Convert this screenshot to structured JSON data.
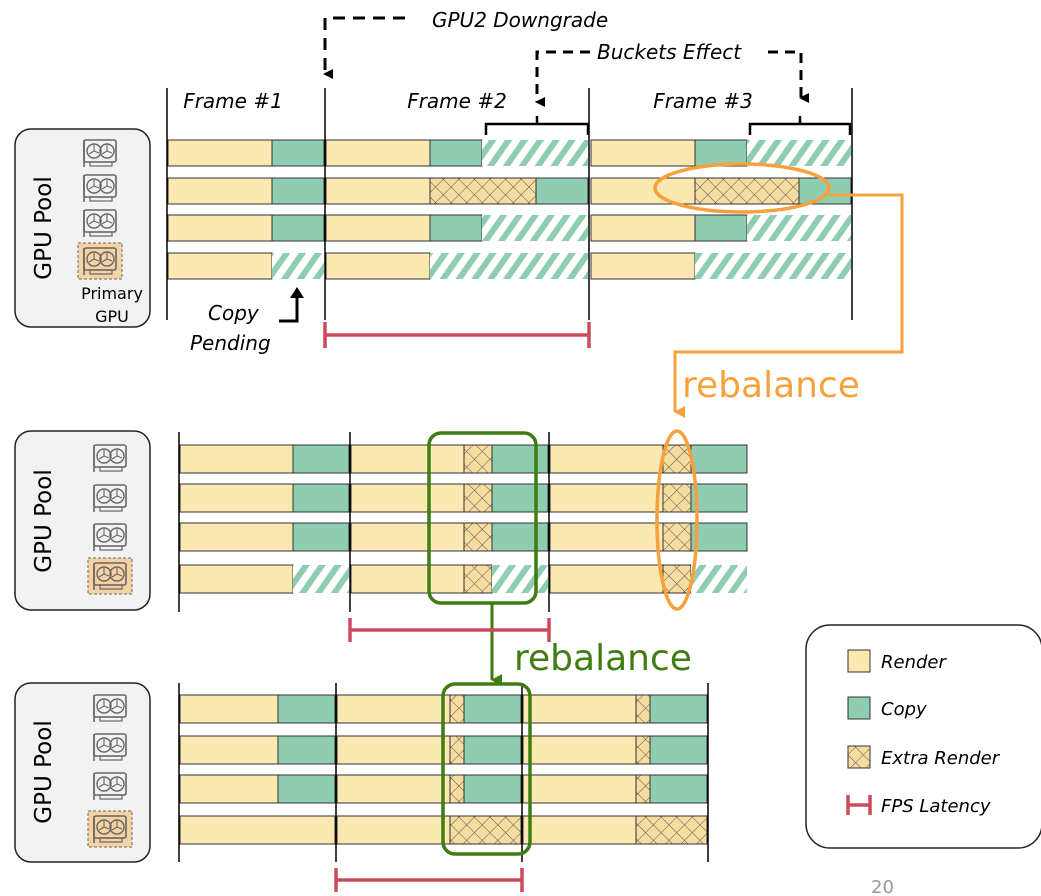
{
  "colors": {
    "render": "#fbe7b0",
    "copy": "#8fcdb0",
    "pending": "#8fcdb0",
    "extra": "#f7dca0",
    "latency": "#cc4b5b",
    "orange": "#f6a13d",
    "green": "#3f7d12"
  },
  "annotations": {
    "gpu2_downgrade": "GPU2 Downgrade",
    "buckets_effect": "Buckets Effect",
    "copy": "Copy",
    "pending": "Pending",
    "rebalance_1": "rebalance",
    "rebalance_2": "rebalance",
    "page_number": "20"
  },
  "frames": [
    "Frame #1",
    "Frame #2",
    "Frame #3"
  ],
  "pool": {
    "title": "GPU Pool",
    "primary_line1": "Primary",
    "primary_line2": "GPU",
    "gpu_icon": "gpu-card-icon"
  },
  "legend": {
    "render": "Render",
    "copy": "Copy",
    "extra": "Extra Render",
    "latency": "FPS Latency"
  }
}
